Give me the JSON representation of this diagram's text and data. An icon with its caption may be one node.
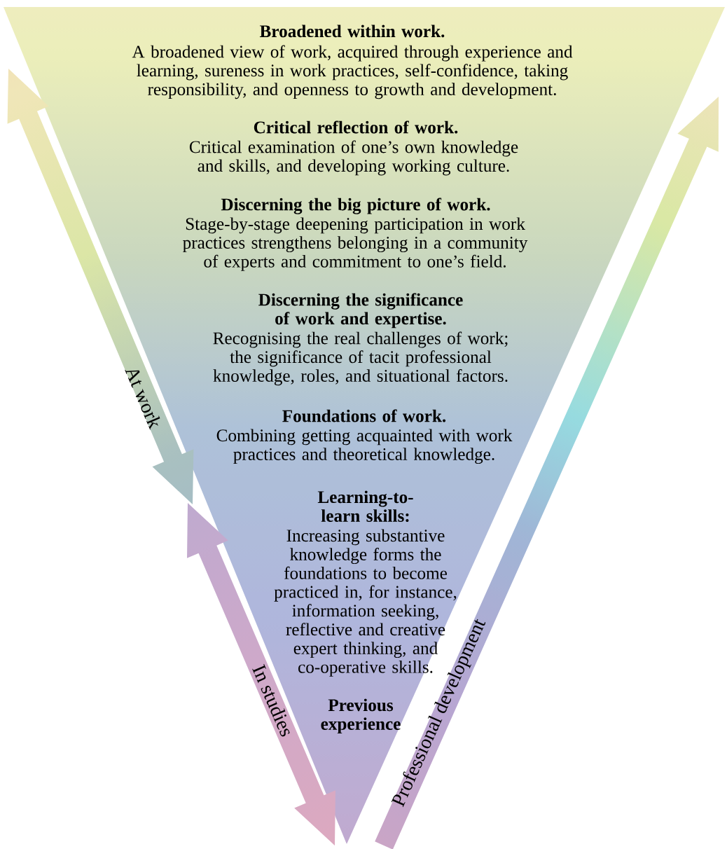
{
  "diagram": {
    "nodes": [
      {
        "text": [
          "Broadened within work.",
          "A broadened view of work, acquired through experience and learning, sureness in work practices, self-confidence, taking responsibility, and openness to growth and development.",
          "Critical reflection of work.",
          "Critical examination of one’s own knowledge and skills, and developing working culture.",
          "Discerning the big picture of work.",
          "Stage-by-stage deepening participation in work practices strengthens belonging in a community of experts and commitment to one’s field.",
          "Discerning the significance of work and expertise.",
          "Recognising the real challenges of work; the significance of tacit professional knowledge, roles, and situational factors.",
          "Foundations of work.",
          "Combining getting acquainted with work practices and theoretical knowledge.",
          "Learning-to-learn skills:",
          "Increasing substantive knowledge forms the foundations to become practiced in, for instance, information seeking, reflective and creative expert thinking, and co-operative skills.",
          "Previous experience"
        ]
      }
    ],
    "labels": [
      "At work",
      "In studies",
      "Professional development"
    ]
  }
}
